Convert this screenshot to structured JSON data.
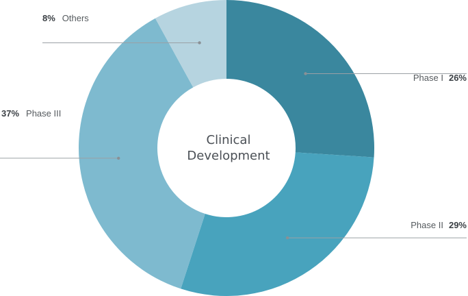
{
  "chart_data": {
    "type": "pie",
    "center_label": [
      "Clinical",
      "Development"
    ],
    "categories": [
      "Phase I",
      "Phase II",
      "Phase III",
      "Others"
    ],
    "values": [
      26,
      29,
      37,
      8
    ],
    "value_labels": [
      "26%",
      "29%",
      "37%",
      "8%"
    ],
    "colors": [
      "#3a879e",
      "#48a3bd",
      "#7ebacf",
      "#b6d4e0"
    ],
    "legend": "none"
  }
}
